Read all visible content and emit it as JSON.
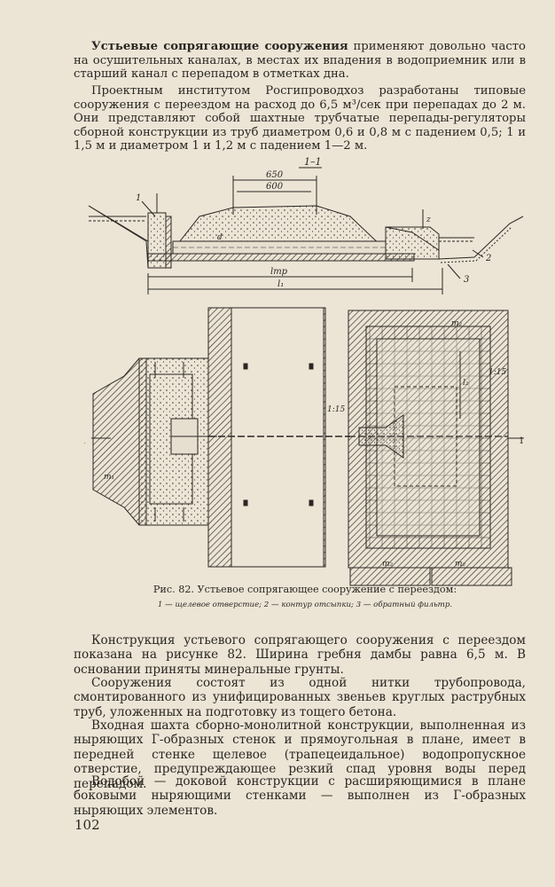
{
  "intro": {
    "lead": "Устьевые сопрягающие сооружения",
    "rest": " применяют довольно часто на осушительных каналах, в местах их впадения в водоприемник или в старший канал с перепадом в отметках дна."
  },
  "para2": "Проектным институтом Росгипроводхоз разработаны типовые сооружения с переездом на расход до 6,5 м³/сек при перепадах до 2 м. Они представляют собой шахтные трубчатые перепады-регуляторы сборной конструкции из труб диаметром 0,6 и 0,8 м с падением 0,5; 1 и 1,5 м и диаметром 1 и 1,2 м с падением 1—2 м.",
  "figure": {
    "section_label": "1–1",
    "dim_650": "650",
    "dim_600": "600",
    "label_l_tr": "lтр",
    "label_l1": "l₁",
    "label_l2": "l₂",
    "label_z": "z",
    "label_d": "d",
    "callout_1": "1",
    "callout_2": "2",
    "callout_3": "3",
    "slope_1": "1:15",
    "slope_2": "1:1,5",
    "m_label": "m₁",
    "m2_label": "m₂",
    "section_marker": "1"
  },
  "caption": {
    "title": "Рис. 82. Устьевое сопрягающее сооружение с переездом:",
    "legend": "1 — щелевое отверстие; 2 — контур отсыпки; 3 — обратный фильтр."
  },
  "body": {
    "p1": "Конструкция устьевого сопрягающего сооружения с переездом показана на рисунке 82. Ширина гребня дамбы равна 6,5 м. В основании приняты минеральные грунты.",
    "p2": "Сооружения состоят из одной нитки трубопровода, смонтированного из унифицированных звеньев круглых раструбных труб, уложенных на подготовку из тощего бетона.",
    "p3": "Входная шахта сборно-монолитной конструкции, выполненная из ныряющих Г-образных стенок и прямоугольная в плане, имеет в передней стенке щелевое (трапецеидальное) водопропускное отверстие, предупреждающее резкий спад уровня воды перед перепадом.",
    "p4": "Водобой — доковой конструкции с расширяющимися в плане боковыми ныряющими стенками — выполнен из Г-образных ныряющих элементов."
  },
  "page_number": "102"
}
